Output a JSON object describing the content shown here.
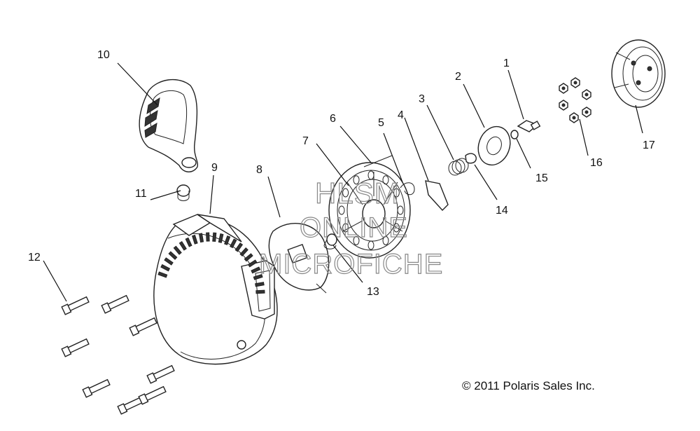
{
  "callouts": [
    "1",
    "2",
    "3",
    "4",
    "5",
    "6",
    "7",
    "8",
    "9",
    "10",
    "11",
    "12",
    "13",
    "14",
    "15",
    "16",
    "17"
  ],
  "watermark": {
    "line1": "HLSM",
    "line2": "ONLINE",
    "line3": "MICROFICHE"
  },
  "copyright": "© 2011 Polaris Sales Inc."
}
